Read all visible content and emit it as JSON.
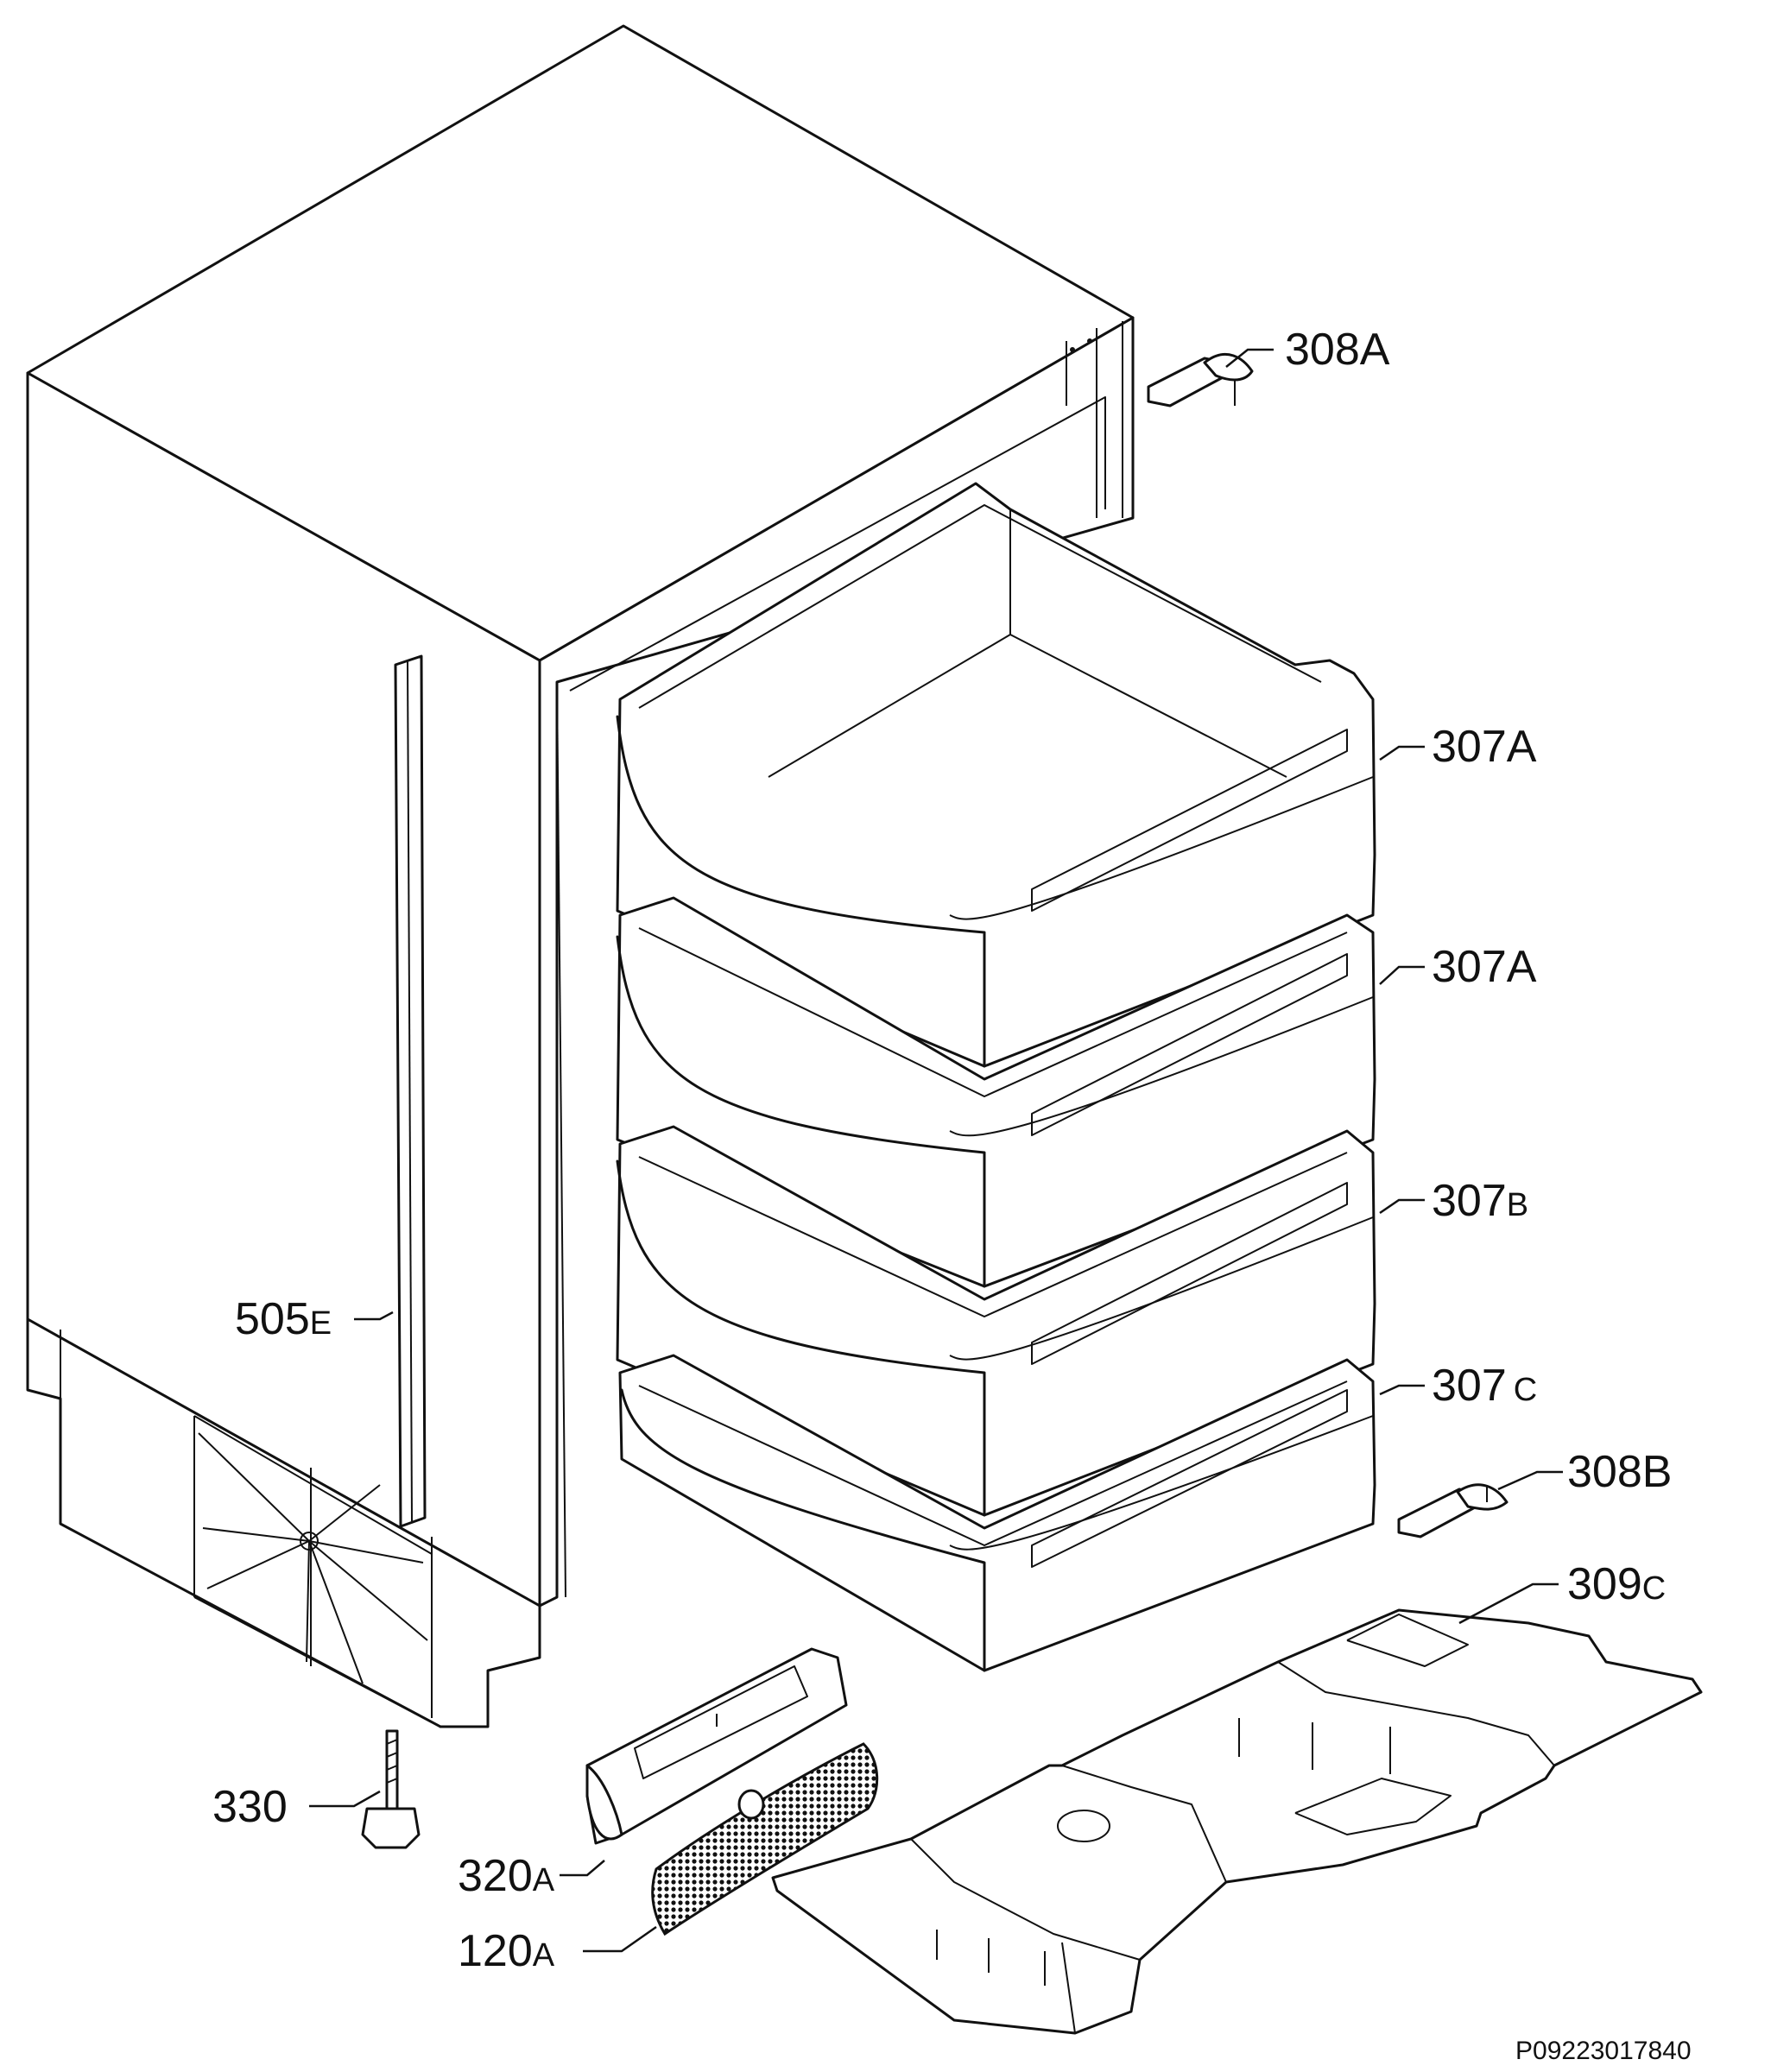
{
  "callouts": {
    "c308A": {
      "num": "308A",
      "suffix": ""
    },
    "c307A_1": {
      "num": "307A",
      "suffix": ""
    },
    "c307A_2": {
      "num": "307A",
      "suffix": ""
    },
    "c307B": {
      "num": "307",
      "suffix": "B"
    },
    "c307C": {
      "num": "307",
      "suffix": "C"
    },
    "c308B": {
      "num": "308B",
      "suffix": ""
    },
    "c309C": {
      "num": "309",
      "suffix": "C"
    },
    "c505E": {
      "num": "505",
      "suffix": "E"
    },
    "c330": {
      "num": "330",
      "suffix": ""
    },
    "c320A": {
      "num": "320",
      "suffix": "A"
    },
    "c120A": {
      "num": "120",
      "suffix": "A"
    }
  },
  "drawing_code": "P09223017840"
}
